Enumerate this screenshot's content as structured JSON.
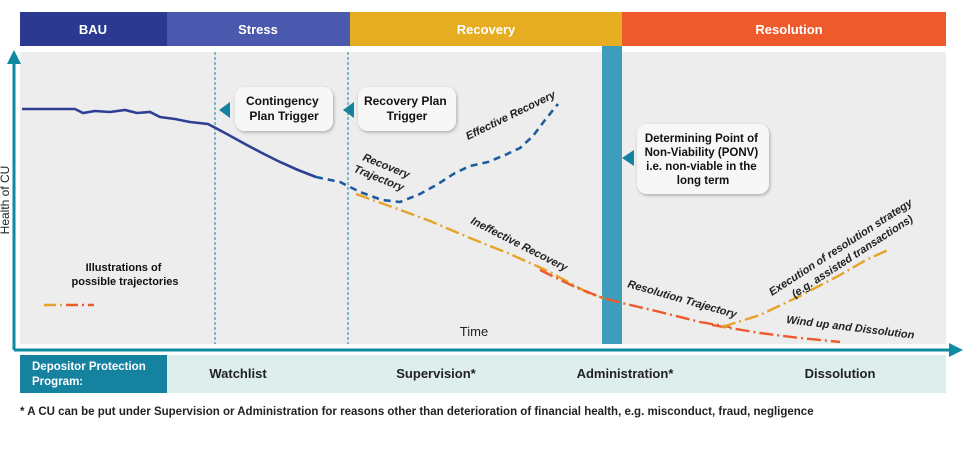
{
  "phases": [
    {
      "label": "BAU",
      "color": "#2B3990"
    },
    {
      "label": "Stress",
      "color": "#4A58AE"
    },
    {
      "label": "Recovery",
      "color": "#E6AC22"
    },
    {
      "label": "Resolution",
      "color": "#EE5A2B"
    }
  ],
  "axes": {
    "y_label": "Health of CU",
    "x_label": "Time",
    "color": "#0E8AA1"
  },
  "callouts": {
    "contingency": [
      "Contingency",
      "Plan Trigger"
    ],
    "recovery_plan": [
      "Recovery Plan",
      "Trigger"
    ],
    "ponv": [
      "Determining Point of",
      "Non-Viability (PONV)",
      "i.e. non-viable in the",
      "long term"
    ]
  },
  "curve_labels": {
    "recovery_trajectory": [
      "Recovery",
      "Trajectory"
    ],
    "effective_recovery": "Effective Recovery",
    "ineffective_recovery": "Ineffective Recovery",
    "resolution_trajectory": "Resolution Trajectory",
    "execution": [
      "Execution of resolution strategy",
      "(e.g. assisted transactions)"
    ],
    "wind_up": "Wind up and Dissolution"
  },
  "legend": {
    "label": [
      "Illustrations of",
      "possible trajectories"
    ],
    "colors": [
      "#E6AC22",
      "#EE5A2B"
    ]
  },
  "bottom_bar": {
    "program_label": [
      "Depositor Protection",
      "Program:"
    ],
    "program_color": "#1582A0",
    "stages": [
      "Watchlist",
      "Supervision*",
      "Administration*",
      "Dissolution"
    ],
    "stage_bg": "#DDEEEC"
  },
  "footnote": "* A CU can be put under Supervision or Administration for reasons other than deterioration of financial health, e.g. misconduct, fraud, negligence",
  "colors": {
    "panel_bg": "#EDEDED",
    "solid_line": "#2E3F94",
    "dashed_line": "#1F5C9E",
    "orange_line": "#E6A32A",
    "red_line": "#EE5A2B",
    "admin_bar": "#3E9DBA"
  }
}
